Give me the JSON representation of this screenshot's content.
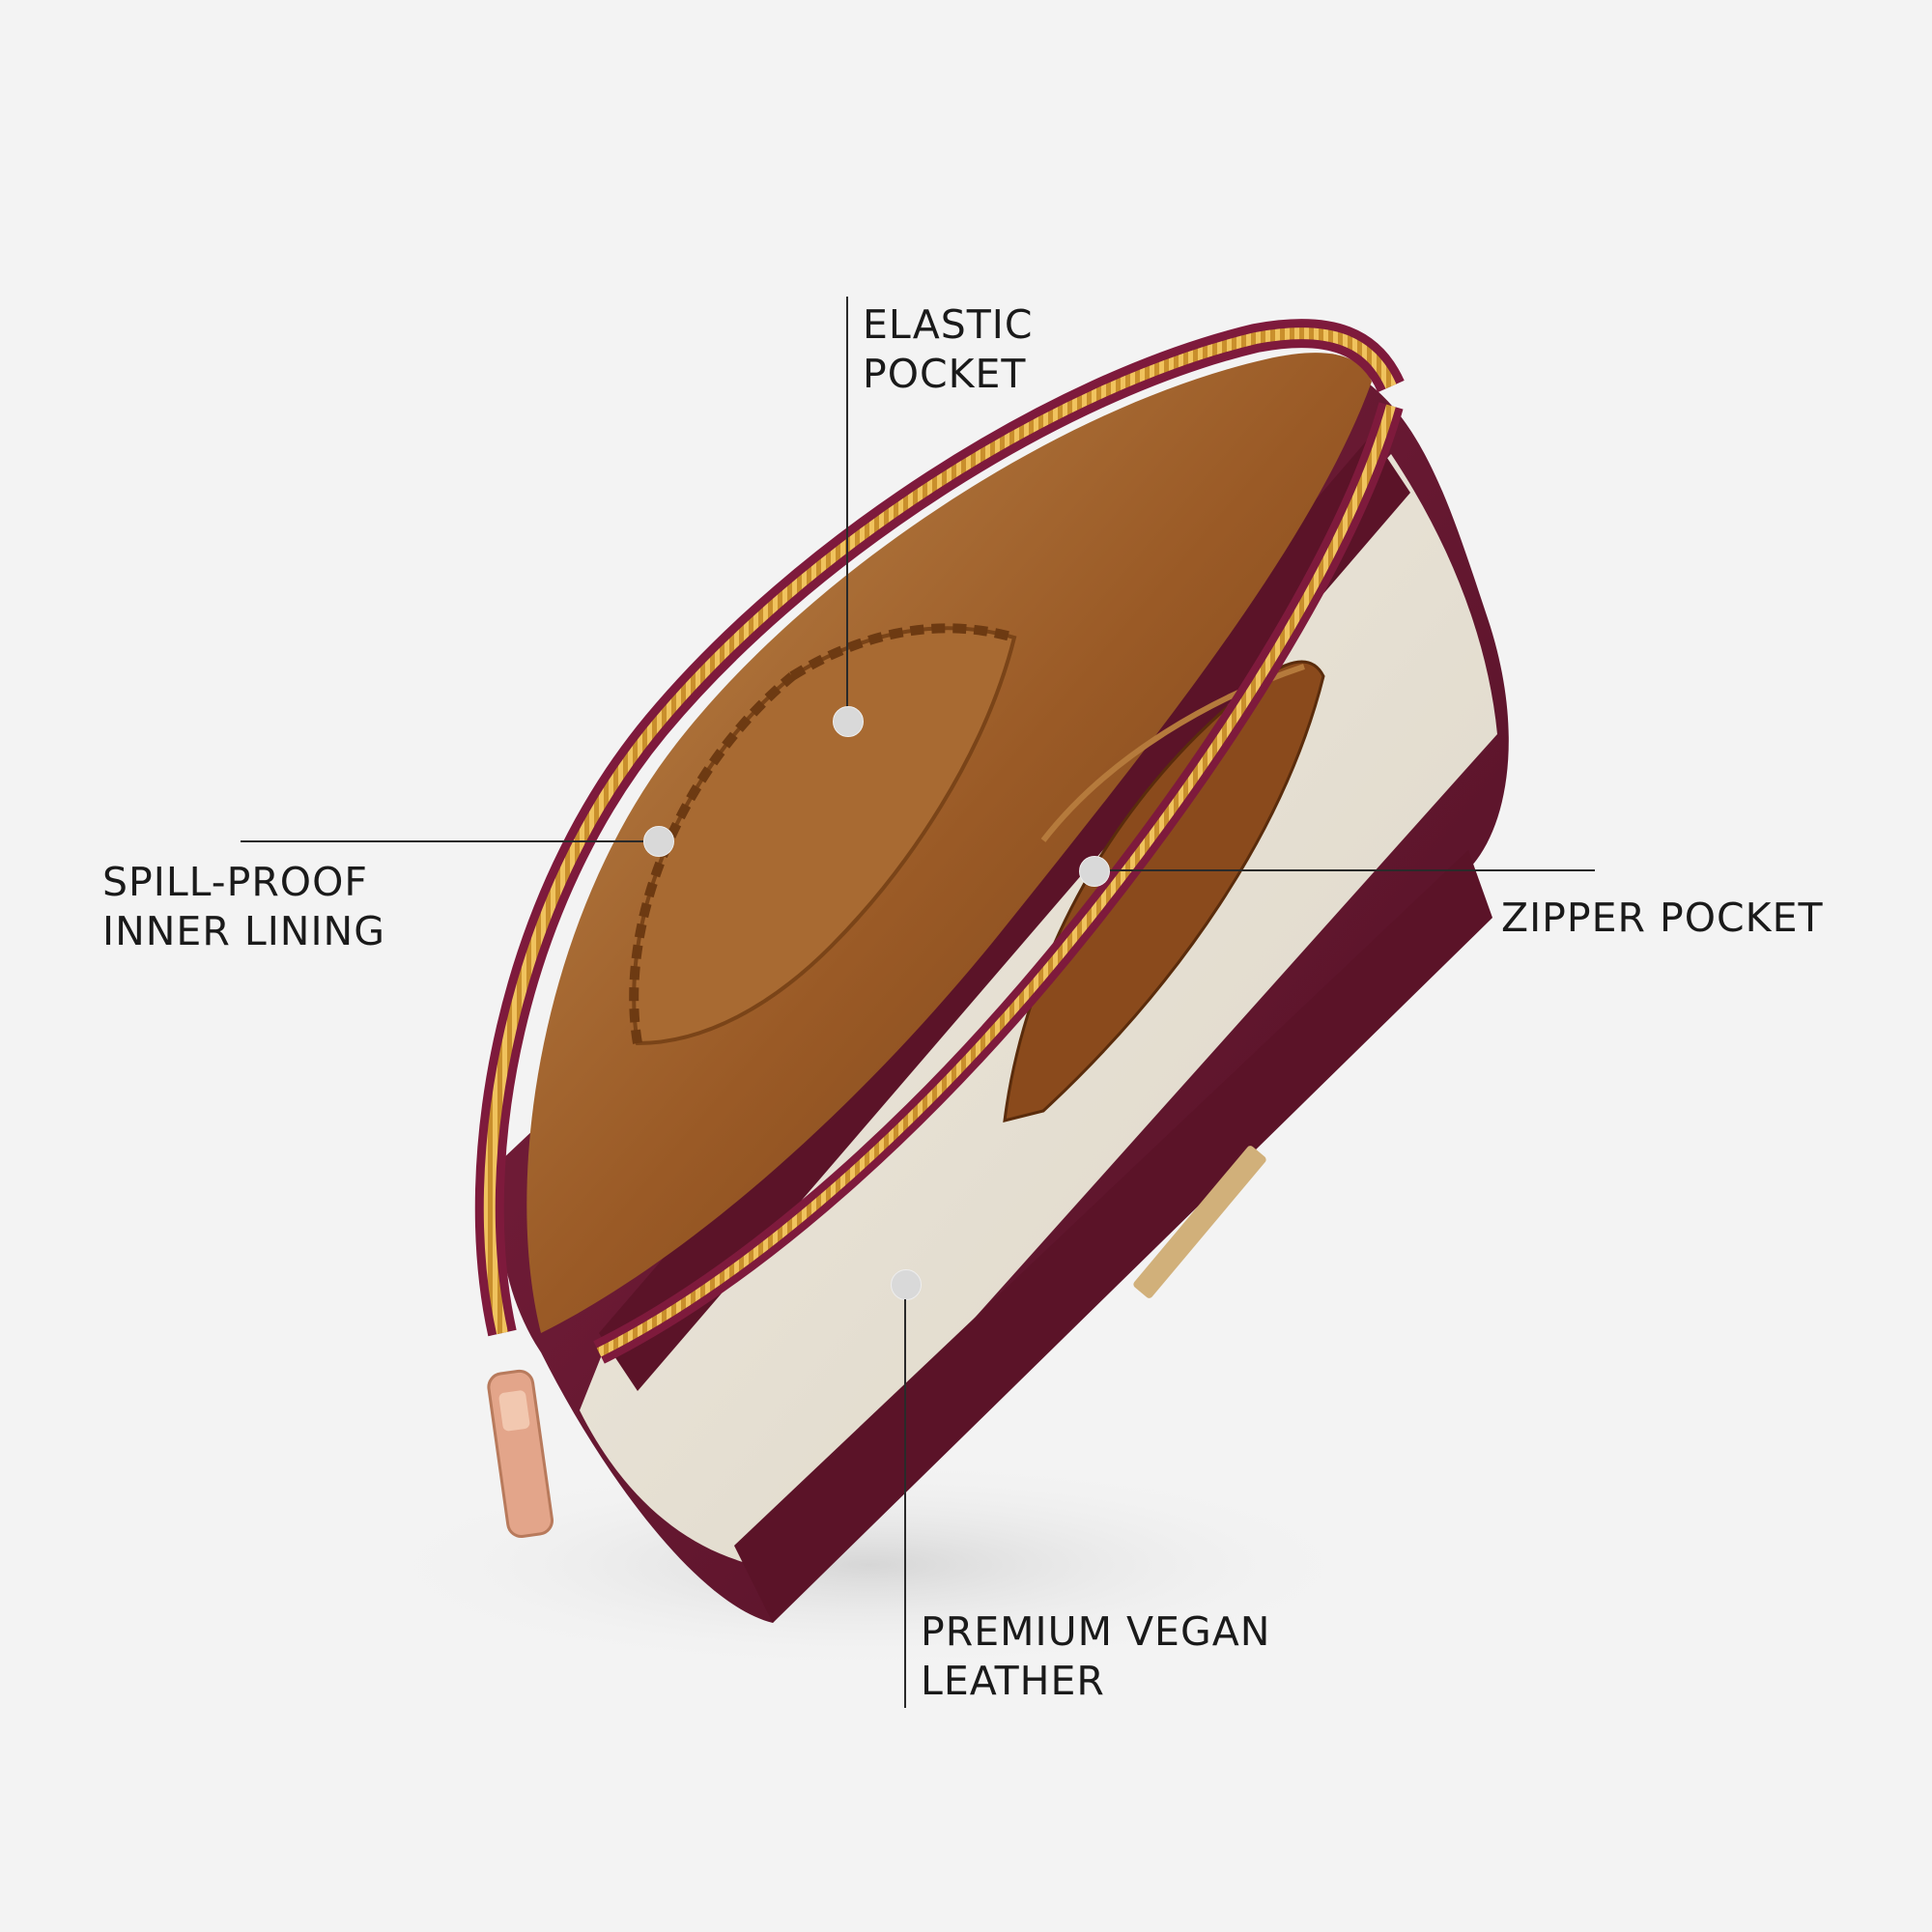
{
  "callouts": {
    "elastic_pocket": {
      "line1": "ELASTIC",
      "line2": "POCKET"
    },
    "spill_proof": {
      "line1": "SPILL-PROOF",
      "line2": "INNER LINING"
    },
    "zipper_pocket": {
      "line1": "ZIPPER POCKET"
    },
    "vegan_leather": {
      "line1": "PREMIUM VEGAN",
      "line2": "LEATHER"
    }
  },
  "colors": {
    "background": "#f3f3f3",
    "leather": "#6e1a33",
    "canvas": "#e6e0d4",
    "lining": "#9a5a26",
    "zipper": "#d9a441",
    "hotspot": "#d9d9d9"
  },
  "icons": {
    "hotspot": "circle-marker"
  }
}
